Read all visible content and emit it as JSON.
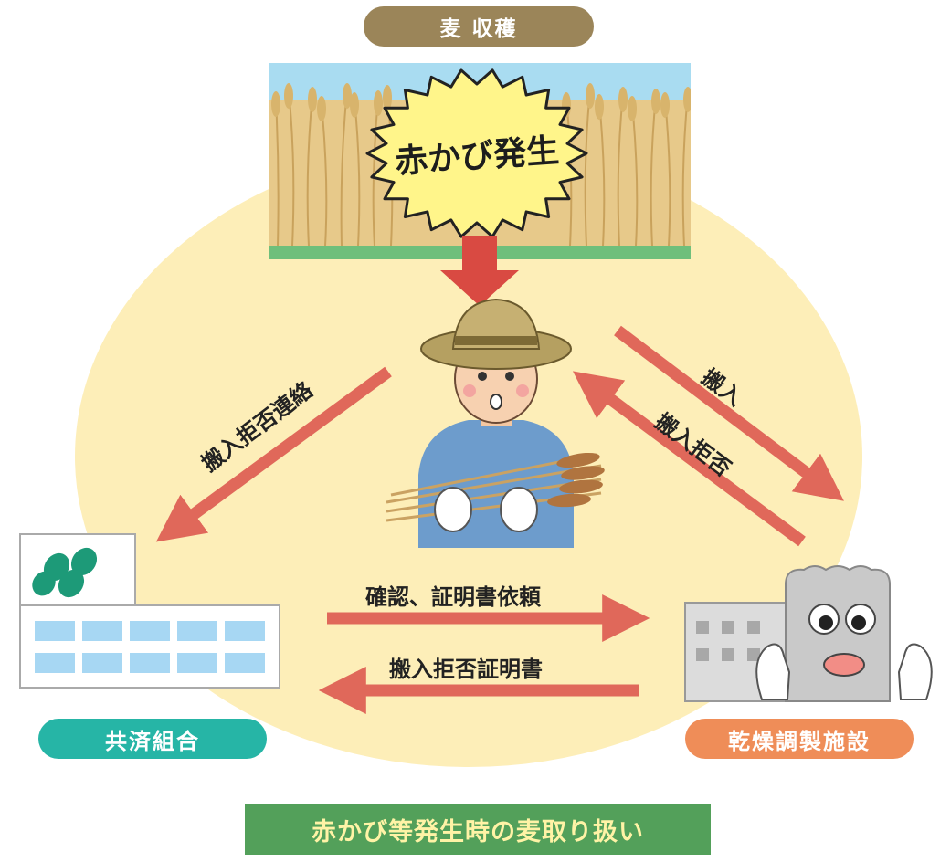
{
  "header": {
    "title": "麦 収穫"
  },
  "field": {
    "burst_text": "赤かび発生"
  },
  "arrows": {
    "report_refusal": "搬入拒否連絡",
    "delivery": "搬入",
    "delivery_refusal": "搬入拒否",
    "confirm_request": "確認、証明書依頼",
    "refusal_certificate": "搬入拒否証明書"
  },
  "nodes": {
    "mutual_aid": "共済組合",
    "drying_facility": "乾燥調製施設"
  },
  "footer": {
    "title": "赤かび等発生時の麦取り扱い"
  },
  "colors": {
    "arrow": "#e0685a",
    "arrow_dark": "#d94a42",
    "header_pill": "#9b8559",
    "mutual_aid_pill": "#26b5a6",
    "facility_pill": "#ef8d58",
    "footer_bg": "#53a05a",
    "footer_text": "#fff3a6",
    "background_oval": "#fdeeb8"
  }
}
